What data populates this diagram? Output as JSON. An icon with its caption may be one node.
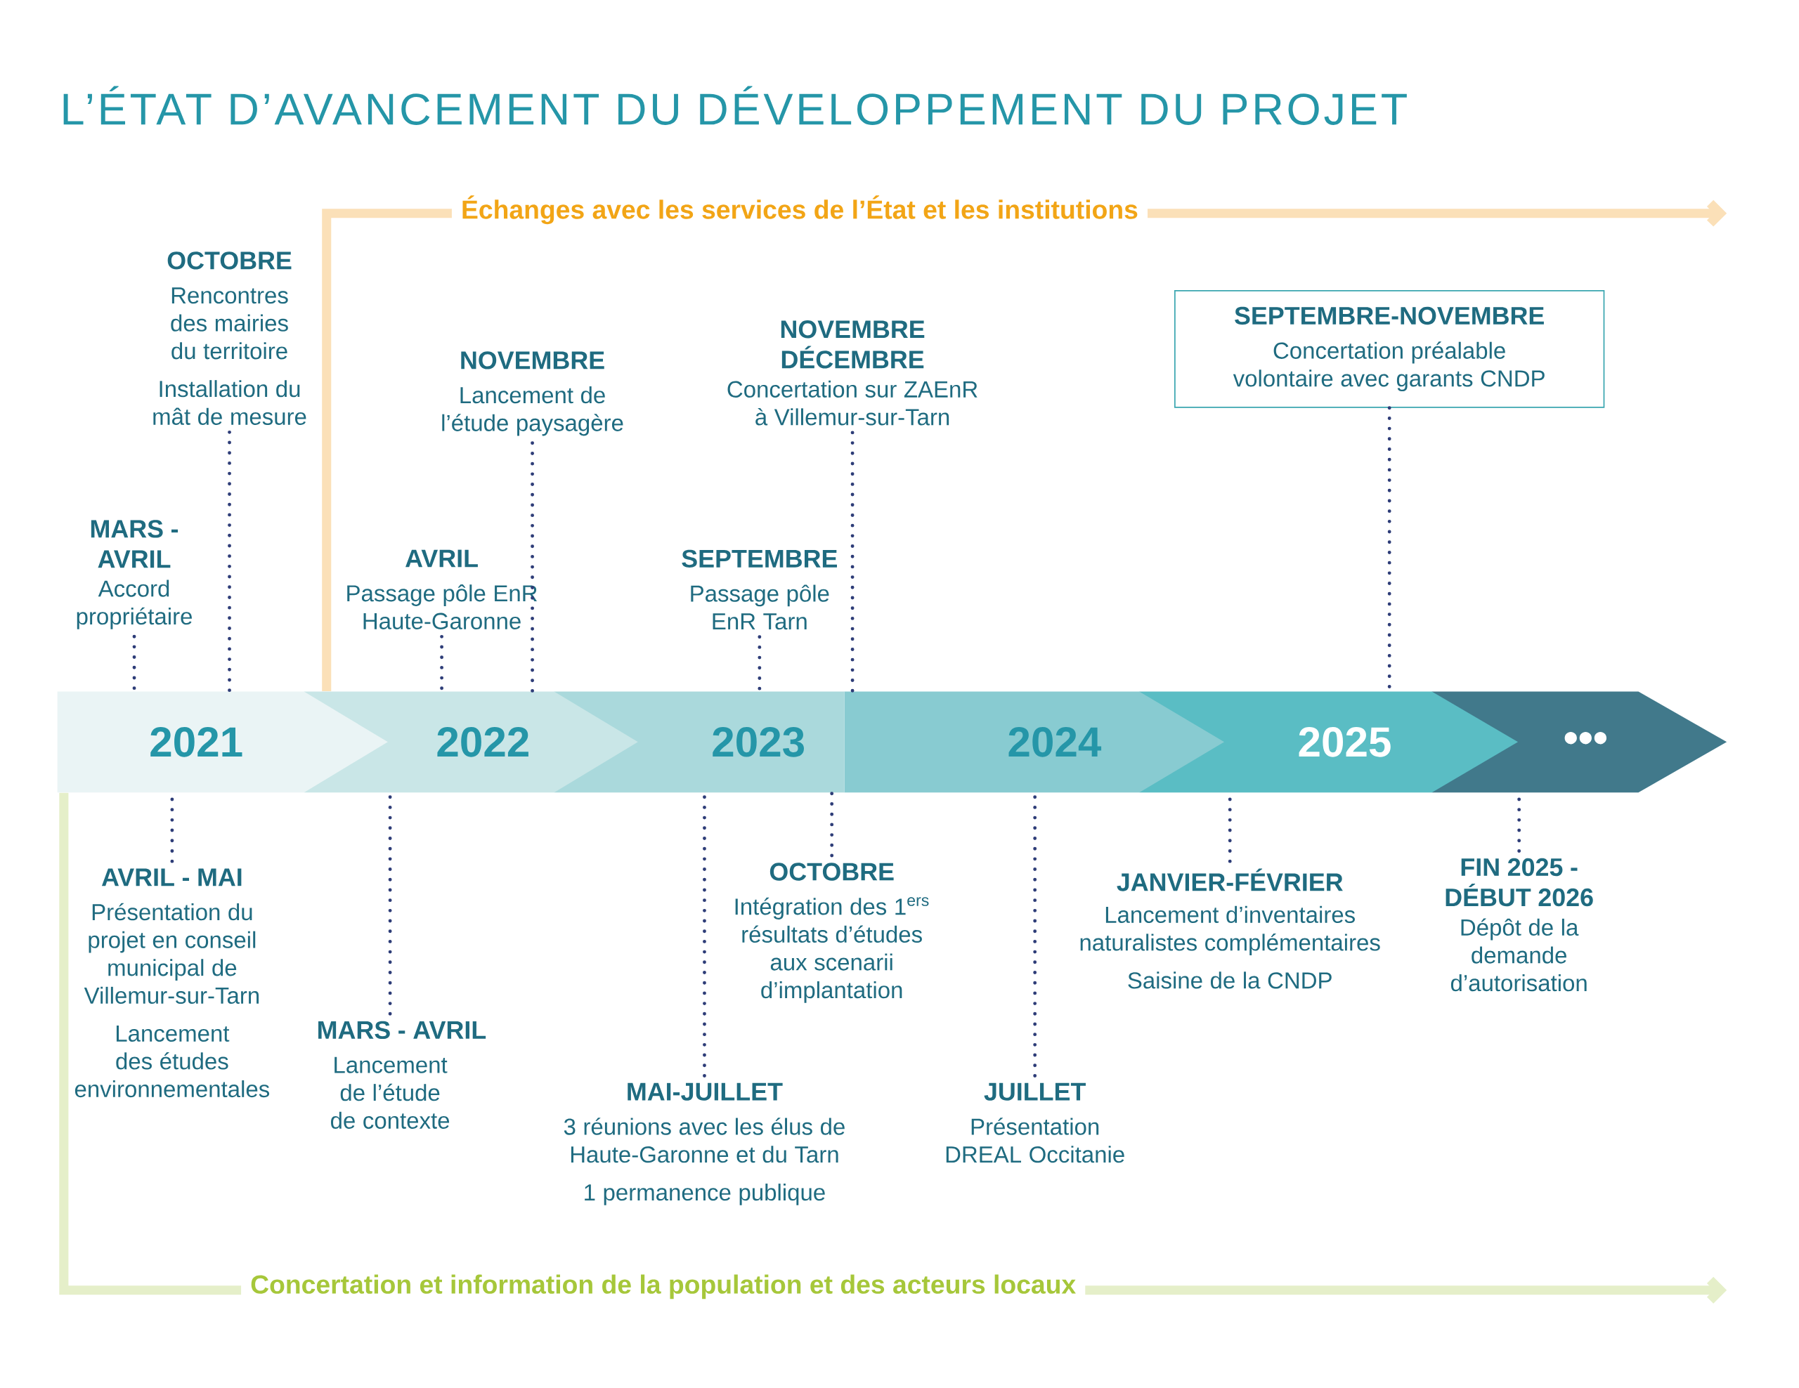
{
  "diagram": {
    "title": "L’ÉTAT D’AVANCEMENT DU DÉVELOPPEMENT DU PROJET",
    "nodes": [
      {
        "text": [
          "MARS - AVRIL",
          "Accord propriétaire"
        ]
      },
      {
        "text": [
          "OCTOBRE",
          "Rencontres des mairies du territoire",
          "Installation du mât de mesure"
        ]
      },
      {
        "text": [
          "AVRIL",
          "Passage pôle EnR Haute-Garonne"
        ]
      },
      {
        "text": [
          "NOVEMBRE",
          "Lancement de l’étude paysagère"
        ]
      },
      {
        "text": [
          "SEPTEMBRE",
          "Passage pôle EnR Tarn"
        ]
      },
      {
        "text": [
          "NOVEMBRE DÉCEMBRE",
          "Concertation sur ZAEnR à Villemur-sur-Tarn"
        ]
      },
      {
        "text": [
          "SEPTEMBRE-NOVEMBRE",
          "Concertation préalable volontaire avec garants CNDP"
        ]
      },
      {
        "text": [
          "2021"
        ]
      },
      {
        "text": [
          "2022"
        ]
      },
      {
        "text": [
          "2023"
        ]
      },
      {
        "text": [
          "2024"
        ]
      },
      {
        "text": [
          "2025"
        ]
      },
      {
        "text": [
          "•••"
        ]
      },
      {
        "text": [
          "AVRIL - MAI",
          "Présentation du projet en conseil municipal de Villemur-sur-Tarn",
          "Lancement des études environnementales"
        ]
      },
      {
        "text": [
          "MARS - AVRIL",
          "Lancement de l’étude de contexte"
        ]
      },
      {
        "text": [
          "OCTOBRE",
          "Intégration des 1$^{ers}$ résultats d’études aux scenarii d’implantation"
        ]
      },
      {
        "text": [
          "MAI-JUILLET",
          "3 réunions avec les élus de Haute-Garonne et du Tarn",
          "1 permanence publique"
        ]
      },
      {
        "text": [
          "JUILLET",
          "Présentation DREAL Occitanie"
        ]
      },
      {
        "text": [
          "JANVIER-FÉVRIER",
          "Lancement d’inventaires naturalistes complémentaires",
          "Saisine de la CNDP"
        ]
      },
      {
        "text": [
          "FIN 2025 - DÉBUT 2026",
          "Dépôt de la demande d’autorisation"
        ]
      }
    ],
    "edges": [
      {
        "from": 0,
        "to": 7,
        "arrow": "none",
        "style": "dashed"
      },
      {
        "from": 1,
        "to": 7,
        "arrow": "none",
        "style": "dashed"
      },
      {
        "from": 2,
        "to": 8,
        "arrow": "none",
        "style": "dashed"
      },
      {
        "from": 3,
        "to": 8,
        "arrow": "none",
        "style": "dashed"
      },
      {
        "from": 4,
        "to": 9,
        "arrow": "none",
        "style": "dashed"
      },
      {
        "from": 5,
        "to": 10,
        "arrow": "none",
        "style": "dashed"
      },
      {
        "from": 6,
        "to": 11,
        "arrow": "none",
        "style": "dashed"
      },
      {
        "from": 13,
        "to": 7,
        "arrow": "none",
        "style": "dashed"
      },
      {
        "from": 14,
        "to": 8,
        "arrow": "none",
        "style": "dashed"
      },
      {
        "from": 15,
        "to": 9,
        "arrow": "none",
        "style": "dashed"
      },
      {
        "from": 16,
        "to": 9,
        "arrow": "none",
        "style": "dashed"
      },
      {
        "from": 17,
        "to": 10,
        "arrow": "none",
        "style": "dashed"
      },
      {
        "from": 18,
        "to": 11,
        "arrow": "none",
        "style": "dashed"
      },
      {
        "from": 19,
        "to": 12,
        "arrow": "none",
        "style": "dashed"
      },
      {
        "from": 8,
        "to": null,
        "arrow": "to",
        "label": "Échanges avec les services de l’État et les institutions",
        "style": "thick",
        "color": "#fbe0b8"
      },
      {
        "from": 7,
        "to": null,
        "arrow": "to",
        "label": "Concertation et information de la population et des acteurs locaux",
        "style": "thick",
        "color": "#e5efc9"
      }
    ]
  }
}
